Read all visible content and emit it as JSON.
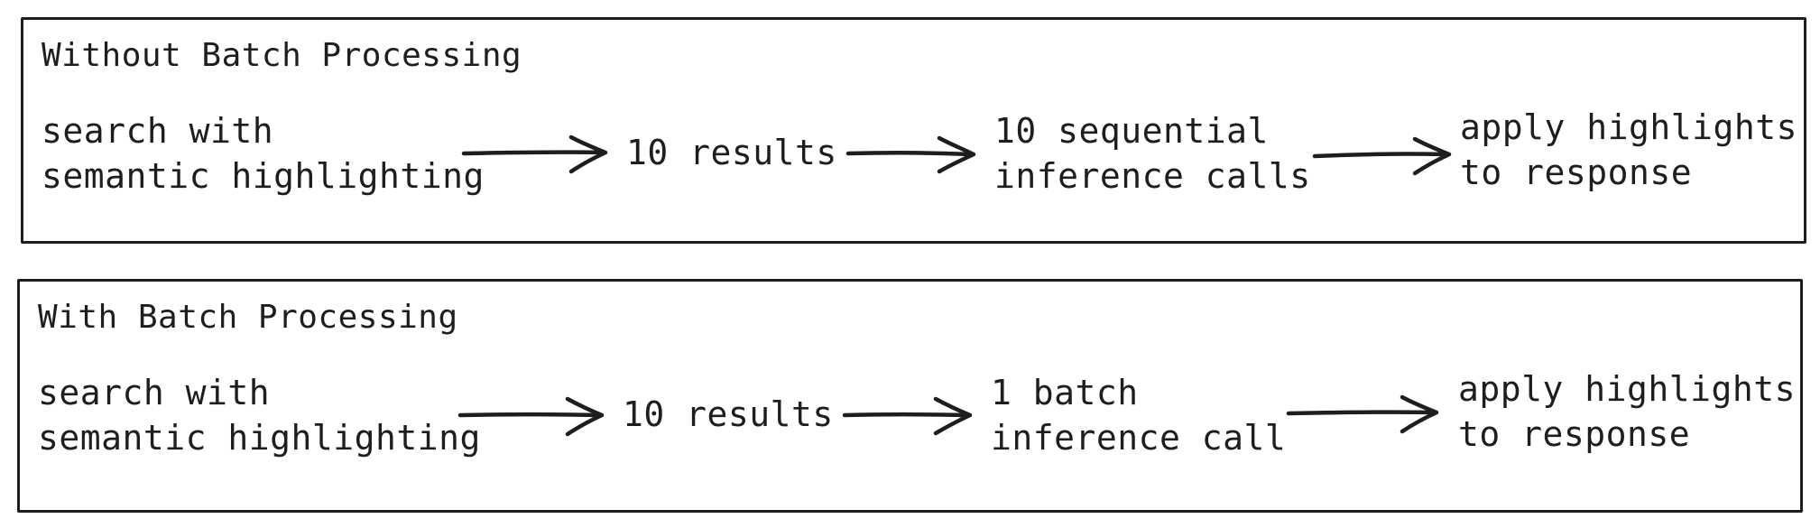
{
  "panels": [
    {
      "title": "Without Batch Processing",
      "steps": [
        {
          "line1": "search with",
          "line2": "semantic highlighting"
        },
        {
          "line1": "10 results",
          "line2": ""
        },
        {
          "line1": "10 sequential",
          "line2": "inference calls"
        },
        {
          "line1": "apply highlights",
          "line2": "to response"
        }
      ]
    },
    {
      "title": "With Batch Processing",
      "steps": [
        {
          "line1": "search with",
          "line2": "semantic highlighting"
        },
        {
          "line1": "10 results",
          "line2": ""
        },
        {
          "line1": "1 batch",
          "line2": "inference call"
        },
        {
          "line1": "apply highlights",
          "line2": "to response"
        }
      ]
    }
  ]
}
